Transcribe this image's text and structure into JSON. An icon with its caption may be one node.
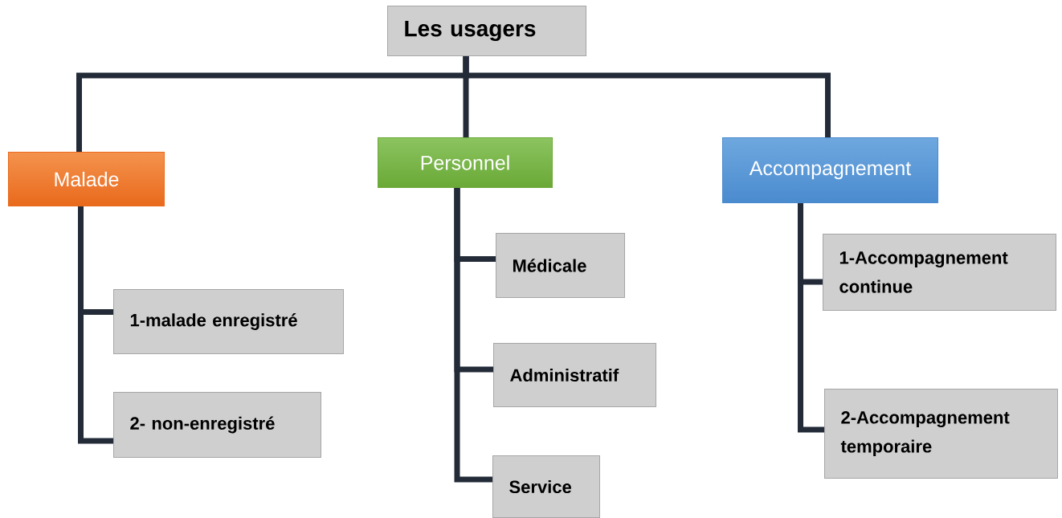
{
  "diagram": {
    "nodes": [
      {
        "text": [
          "Les usagers"
        ]
      },
      {
        "text": [
          "Malade"
        ]
      },
      {
        "text": [
          "Personnel"
        ]
      },
      {
        "text": [
          "Accompagnement"
        ]
      },
      {
        "text": [
          "1-malade enregistré"
        ]
      },
      {
        "text": [
          "2- non-enregistré"
        ]
      },
      {
        "text": [
          "Médicale"
        ]
      },
      {
        "text": [
          "Administratif"
        ]
      },
      {
        "text": [
          "Service"
        ]
      },
      {
        "text": [
          "1-Accompagnement continue"
        ]
      },
      {
        "text": [
          "2-Accompagnement temporaire"
        ]
      }
    ],
    "edges": [
      {
        "from": 0,
        "to": 1,
        "arrow": "none"
      },
      {
        "from": 0,
        "to": 2,
        "arrow": "none"
      },
      {
        "from": 0,
        "to": 3,
        "arrow": "none"
      },
      {
        "from": 1,
        "to": 4,
        "arrow": "none"
      },
      {
        "from": 1,
        "to": 5,
        "arrow": "none"
      },
      {
        "from": 2,
        "to": 6,
        "arrow": "none"
      },
      {
        "from": 2,
        "to": 7,
        "arrow": "none"
      },
      {
        "from": 2,
        "to": 8,
        "arrow": "none"
      },
      {
        "from": 3,
        "to": 9,
        "arrow": "none"
      },
      {
        "from": 3,
        "to": 10,
        "arrow": "none"
      }
    ]
  }
}
